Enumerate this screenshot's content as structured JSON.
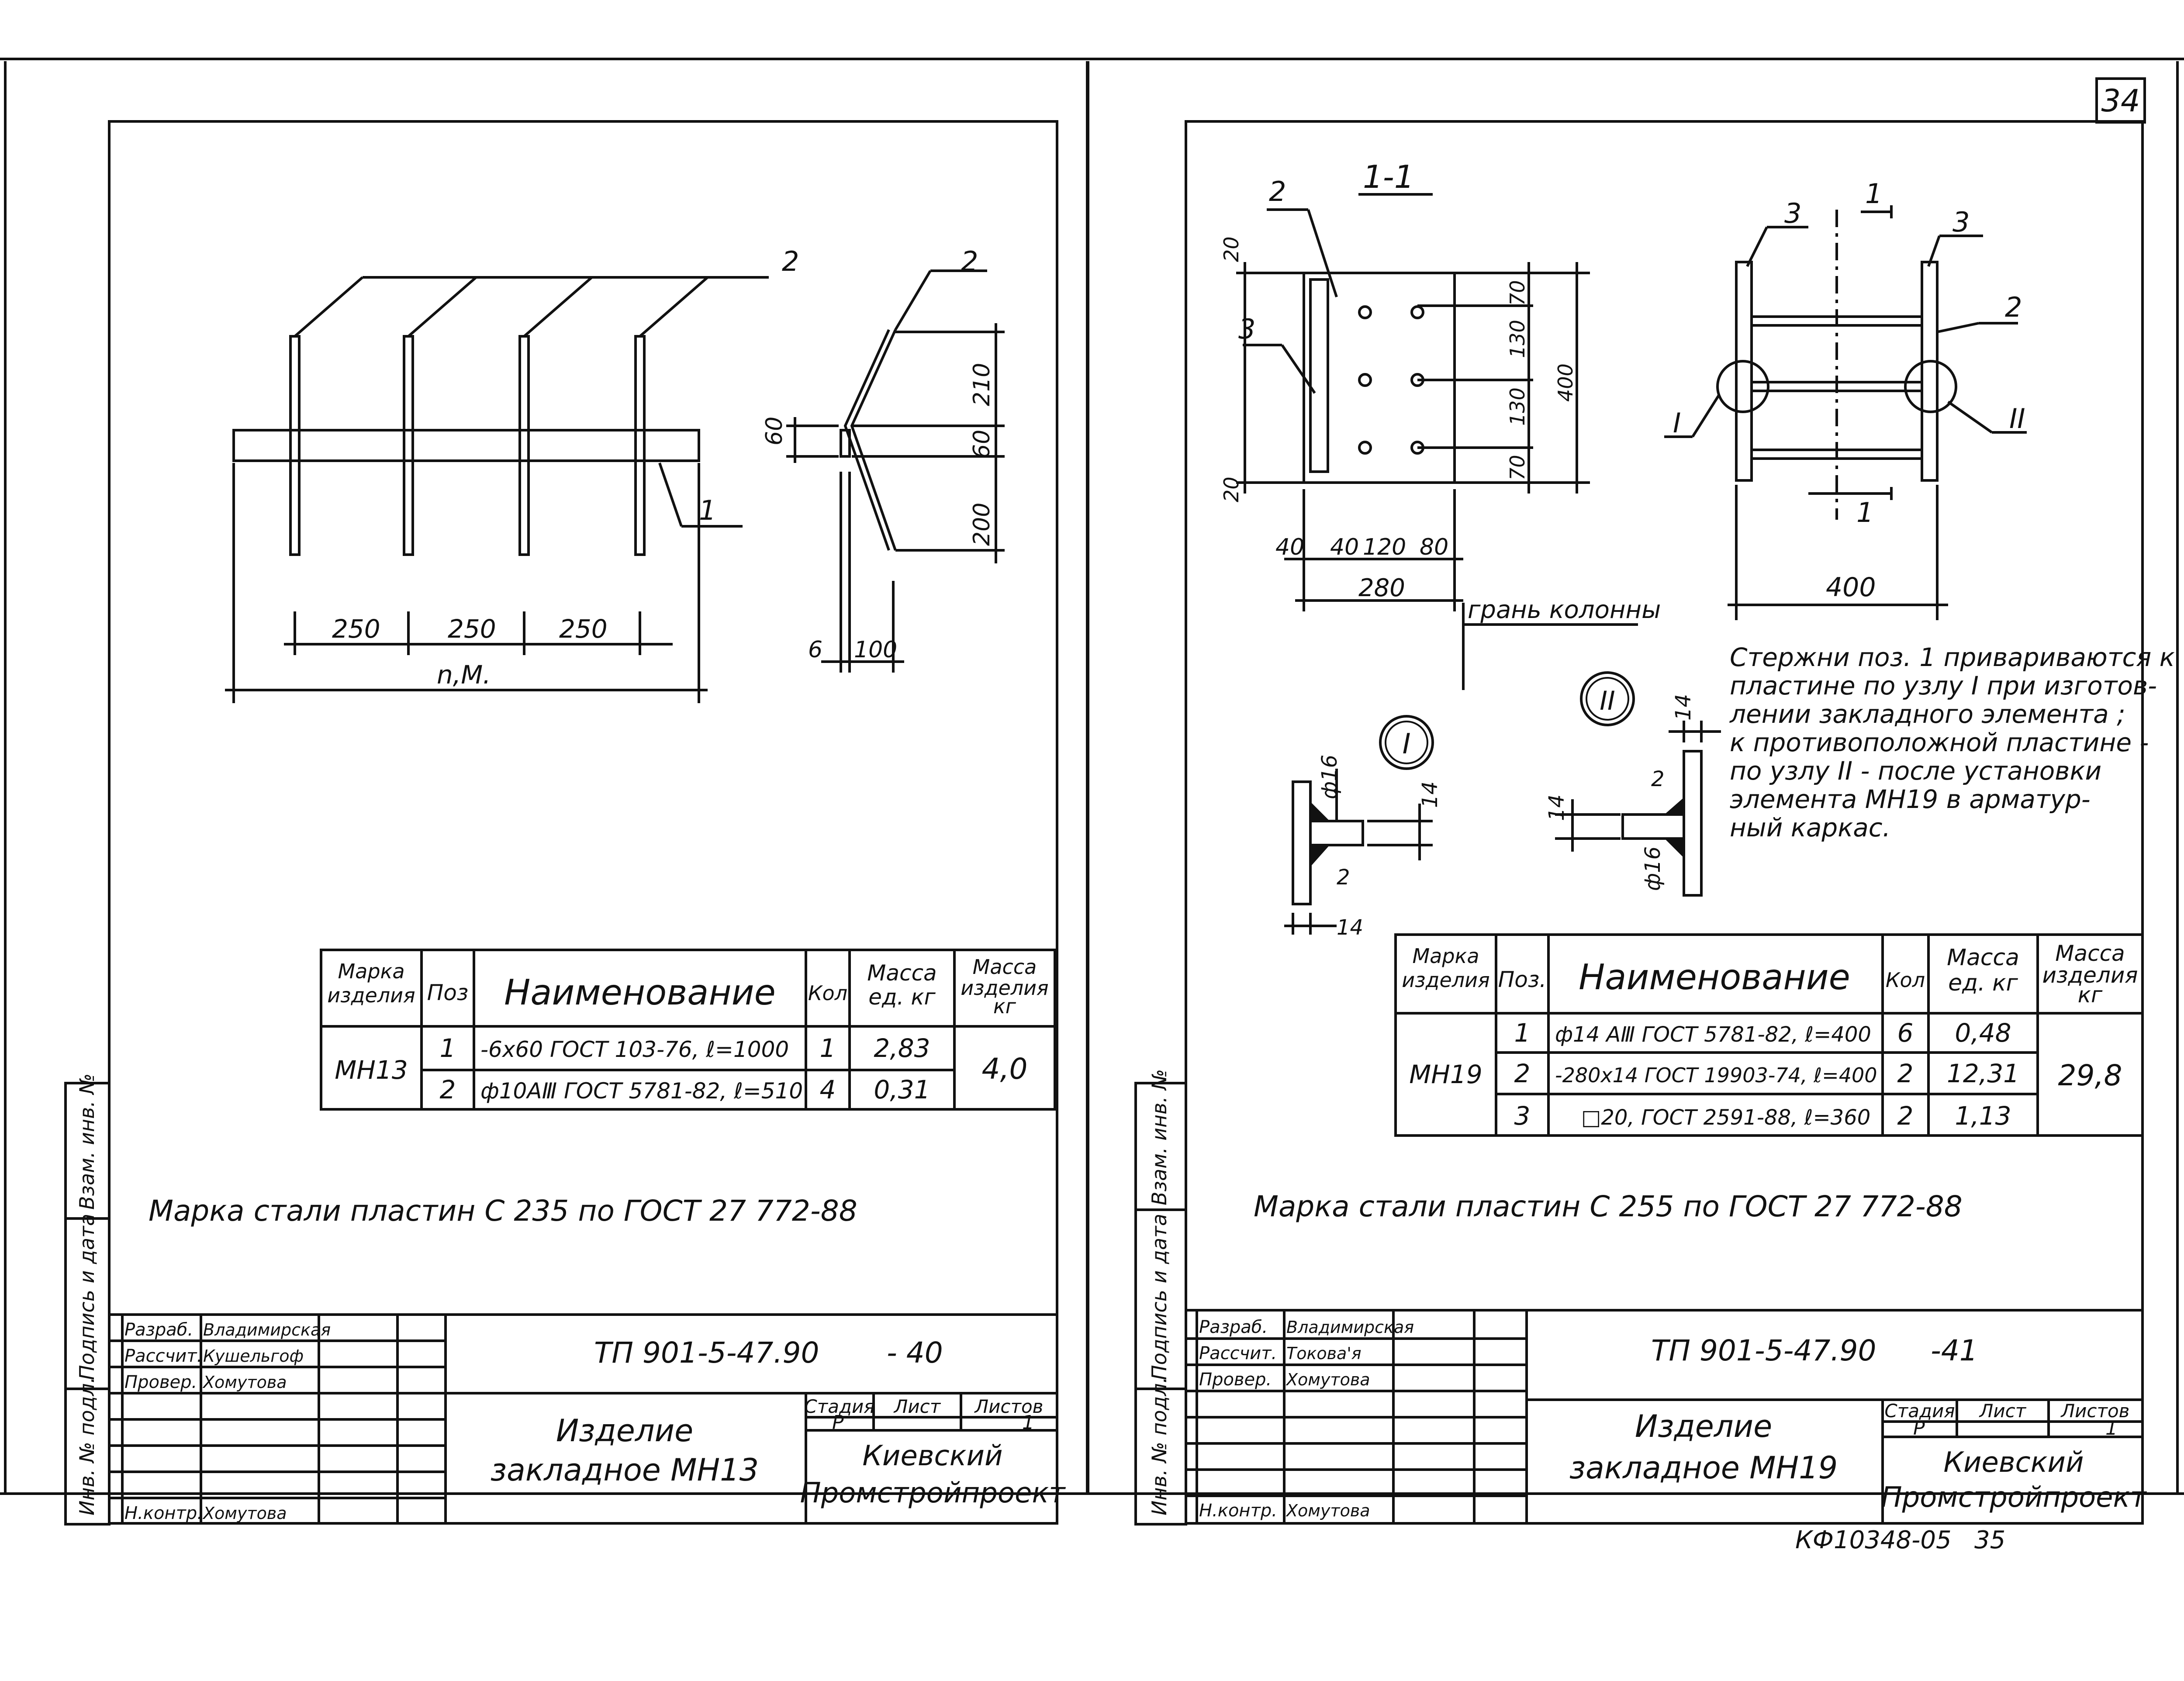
{
  "page_number": "34",
  "archive_code": "КФ10348-05",
  "archive_sheet": "35",
  "left": {
    "drawing": {
      "leader_2": "2",
      "leader_1": "1",
      "dims": [
        "250",
        "250",
        "250"
      ],
      "overall": "n,M.",
      "side_dims": [
        "60",
        "210",
        "60",
        "200",
        "6",
        "100"
      ],
      "side_leader_2": "2"
    },
    "spec_table": {
      "headers": {
        "mark": "Марка изделия",
        "pos": "Поз",
        "name": "Наименование",
        "qty": "Кол",
        "mass_unit": "Масса ед. кг",
        "mass_item": "Масса изделия кг"
      },
      "mark": "МН13",
      "rows": [
        {
          "pos": "1",
          "name": "-6х60 ГОСТ 103-76, ℓ=1000",
          "qty": "1",
          "mass": "2,83"
        },
        {
          "pos": "2",
          "name": "ф10АⅢ ГОСТ 5781-82, ℓ=510",
          "qty": "4",
          "mass": "0,31"
        }
      ],
      "total": "4,0"
    },
    "note": "Марка стали пластин  С 235  по  ГОСТ 27 772-88",
    "stamp": {
      "code": "ТП 901-5-47.90",
      "sheet_ref": "- 40",
      "title_line1": "Изделие",
      "title_line2": "закладное МН13",
      "roles": [
        "Разраб.",
        "Рассчит.",
        "Провер.",
        "",
        "",
        "",
        "Н.контр."
      ],
      "names": [
        "Владимирская",
        "Кушельгоф",
        "Хомутова",
        "",
        "",
        "",
        "Хомутова"
      ],
      "stage_h": "Стадия",
      "sheet_h": "Лист",
      "sheets_h": "Листов",
      "stage": "Р",
      "sheet": "",
      "sheets": "1",
      "org_line1": "Киевский",
      "org_line2": "Промстройпроект"
    },
    "side_labels": [
      "Инв. № подл.",
      "Подпись и дата",
      "Взам. инв. №"
    ]
  },
  "right": {
    "section_label": "1-1",
    "drawing": {
      "section_dims": [
        "20",
        "70",
        "130",
        "400",
        "130",
        "70",
        "20"
      ],
      "plan_dims": [
        "40",
        "40",
        "120",
        "80",
        "280"
      ],
      "leaders": [
        "2",
        "3"
      ],
      "front_leaders": [
        "3",
        "1",
        "3",
        "2",
        "1"
      ],
      "front_dim": "400",
      "node_1": "I",
      "node_2": "II",
      "column_edge": "грань колонны",
      "detail_dims": [
        "ф16",
        "14",
        "2",
        "14",
        "14",
        "2",
        "14",
        "ф16"
      ]
    },
    "notes": [
      "Стержни поз. 1 привариваются к",
      "пластине по узлу I при изготов-",
      "лении закладного элемента ;",
      "к противоположной пластине -",
      "по  узлу II - после установки",
      "элемента  МН19  в арматур-",
      "ный каркас."
    ],
    "spec_table": {
      "headers": {
        "mark": "Марка изделия",
        "pos": "Поз.",
        "name": "Наименование",
        "qty": "Кол",
        "mass_unit": "Масса ед. кг",
        "mass_item": "Масса изделия кг"
      },
      "mark": "МН19",
      "rows": [
        {
          "pos": "1",
          "name": "ф14 АⅢ ГОСТ 5781-82, ℓ=400",
          "qty": "6",
          "mass": "0,48"
        },
        {
          "pos": "2",
          "name": "-280х14 ГОСТ 19903-74, ℓ=400",
          "qty": "2",
          "mass": "12,31"
        },
        {
          "pos": "3",
          "name": "□20, ГОСТ 2591-88, ℓ=360",
          "qty": "2",
          "mass": "1,13"
        }
      ],
      "total": "29,8"
    },
    "note": "Марка  стали  пластин  С 255  по  ГОСТ  27 772-88",
    "stamp": {
      "code": "ТП 901-5-47.90",
      "sheet_ref": "-41",
      "title_line1": "Изделие",
      "title_line2": "закладное МН19",
      "roles": [
        "Разраб.",
        "Рассчит.",
        "Провер.",
        "",
        "",
        "",
        "Н.контр."
      ],
      "names": [
        "Владимирская",
        "Токова'я",
        "Хомутова",
        "",
        "",
        "",
        "Хомутова"
      ],
      "stage_h": "Стадия",
      "sheet_h": "Лист",
      "sheets_h": "Листов",
      "stage": "Р",
      "sheet": "",
      "sheets": "1",
      "org_line1": "Киевский",
      "org_line2": "Промстройпроект"
    },
    "side_labels": [
      "Инв. № подл.",
      "Подпись и дата",
      "Взам. инв. №"
    ]
  }
}
